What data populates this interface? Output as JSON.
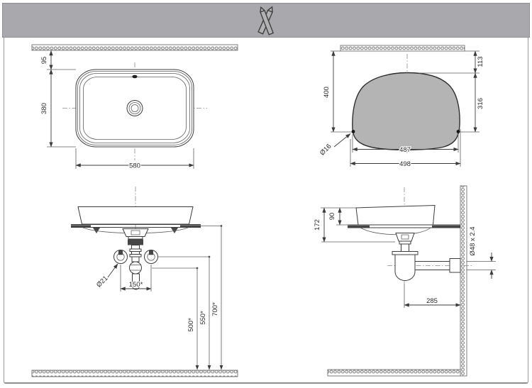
{
  "header": {
    "icon": "crossed-pencils"
  },
  "drawing": {
    "top_view": {
      "wall_offset": "95",
      "depth": "380",
      "width": "580"
    },
    "cutout_view": {
      "height_overall": "400",
      "wall_to_top": "113",
      "side_height": "316",
      "hole_spacing": "487",
      "width": "498",
      "hole_diameter": "Ø16"
    },
    "front_view": {
      "supply_diameter": "Ø21",
      "supply_spacing": "150*",
      "drain_height": "500*",
      "supply_height": "550*",
      "rim_height": "700*"
    },
    "side_view": {
      "overall_depth": "172",
      "rim_above_counter": "90",
      "waste_pipe": "Ø48 x 2.4",
      "drain_to_wall": "285"
    }
  },
  "colors": {
    "header_bg": "#a9a9ad",
    "line": "#3c3c3c",
    "template_fill": "#b4b4b4"
  }
}
